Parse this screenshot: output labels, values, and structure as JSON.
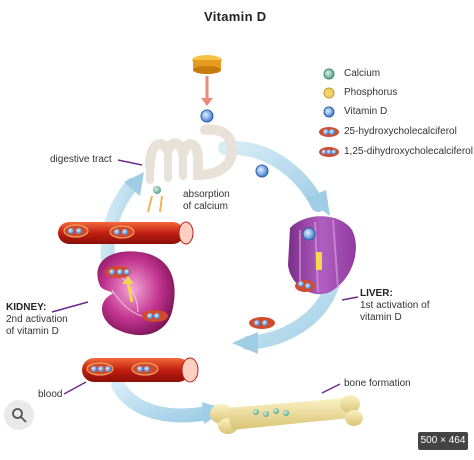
{
  "title": "Vitamin D",
  "legend": [
    {
      "label": "Calcium"
    },
    {
      "label": "Phosphorus"
    },
    {
      "label": "Vitamin D"
    },
    {
      "label": "25-hydroxycholecalciferol"
    },
    {
      "label": "1,25-dihydroxycholecalciferol"
    }
  ],
  "labels": {
    "digestive_tract": "digestive tract",
    "absorption_1": "absorption",
    "absorption_2": "of calcium",
    "liver_title": "LIVER:",
    "liver_1": "1st activation of",
    "liver_2": "vitamin D",
    "kidney_title": "KIDNEY:",
    "kidney_1": "2nd activation",
    "kidney_2": "of vitamin D",
    "blood": "blood",
    "bone_formation": "bone formation"
  },
  "image_size_badge": "500 × 464",
  "icons": {
    "search": "search-icon"
  }
}
